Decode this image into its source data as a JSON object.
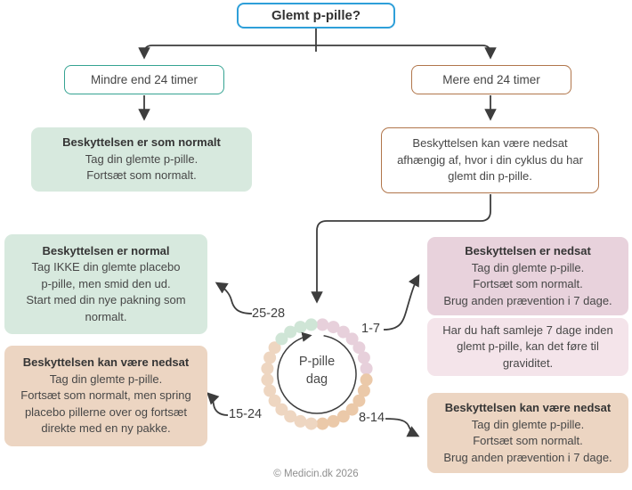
{
  "title": "Glemt p-pille?",
  "branches": {
    "left": {
      "label": "Mindre end 24 timer"
    },
    "right": {
      "label": "Mere end 24 timer"
    }
  },
  "results": {
    "less_than_24h": {
      "title": "Beskyttelsen er som normalt",
      "lines": [
        "Tag din glemte p-pille.",
        "Fortsæt som normalt."
      ]
    },
    "more_than_24h": {
      "lines": [
        "Beskyttelsen kan være nedsat",
        "afhængig af, hvor i din cyklus du har",
        "glemt din p-pille."
      ]
    }
  },
  "cycle": {
    "center_label": [
      "P-pille",
      "dag"
    ],
    "total_days": 28,
    "segments": [
      {
        "label": "1-7",
        "from": 1,
        "to": 7,
        "color": "#e7d0db"
      },
      {
        "label": "8-14",
        "from": 8,
        "to": 14,
        "color": "#ebc9a9"
      },
      {
        "label": "15-24",
        "from": 15,
        "to": 24,
        "color": "#eed6c1"
      },
      {
        "label": "25-28",
        "from": 25,
        "to": 28,
        "color": "#cfe5d6"
      }
    ]
  },
  "outcomes": {
    "days_25_28": {
      "title": "Beskyttelsen er normal",
      "lines": [
        "Tag IKKE din glemte placebo",
        "p-pille, men smid den ud.",
        "Start med din nye pakning som",
        "normalt."
      ]
    },
    "days_15_24": {
      "title": "Beskyttelsen kan være nedsat",
      "lines": [
        "Tag din glemte p-pille.",
        "Fortsæt som normalt, men spring",
        "placebo pillerne over og fortsæt",
        "direkte med en ny pakke."
      ]
    },
    "days_1_7": {
      "title": "Beskyttelsen er nedsat",
      "lines": [
        "Tag din glemte p-pille.",
        "Fortsæt som normalt.",
        "Brug anden prævention i 7 dage."
      ]
    },
    "days_1_7_note": {
      "lines": [
        "Har du haft samleje 7 dage inden",
        "glemt p-pille, kan det føre til",
        "graviditet."
      ]
    },
    "days_8_14": {
      "title": "Beskyttelsen kan være nedsat",
      "lines": [
        "Tag din glemte p-pille.",
        "Fortsæt som normalt.",
        "Brug anden prævention i 7 dage."
      ]
    }
  },
  "footer": "© Medicin.dk 2026",
  "colors": {
    "accent_blue": "#2e9fd9",
    "teal": "#35a392",
    "brown": "#b1764b",
    "mint_bg": "#d7e9de",
    "tan_bg": "#ecd5c2",
    "pink_bg": "#e8d2dc",
    "pink_light_bg": "#f4e4ea",
    "line": "#3d3d3d",
    "text": "#474747"
  }
}
